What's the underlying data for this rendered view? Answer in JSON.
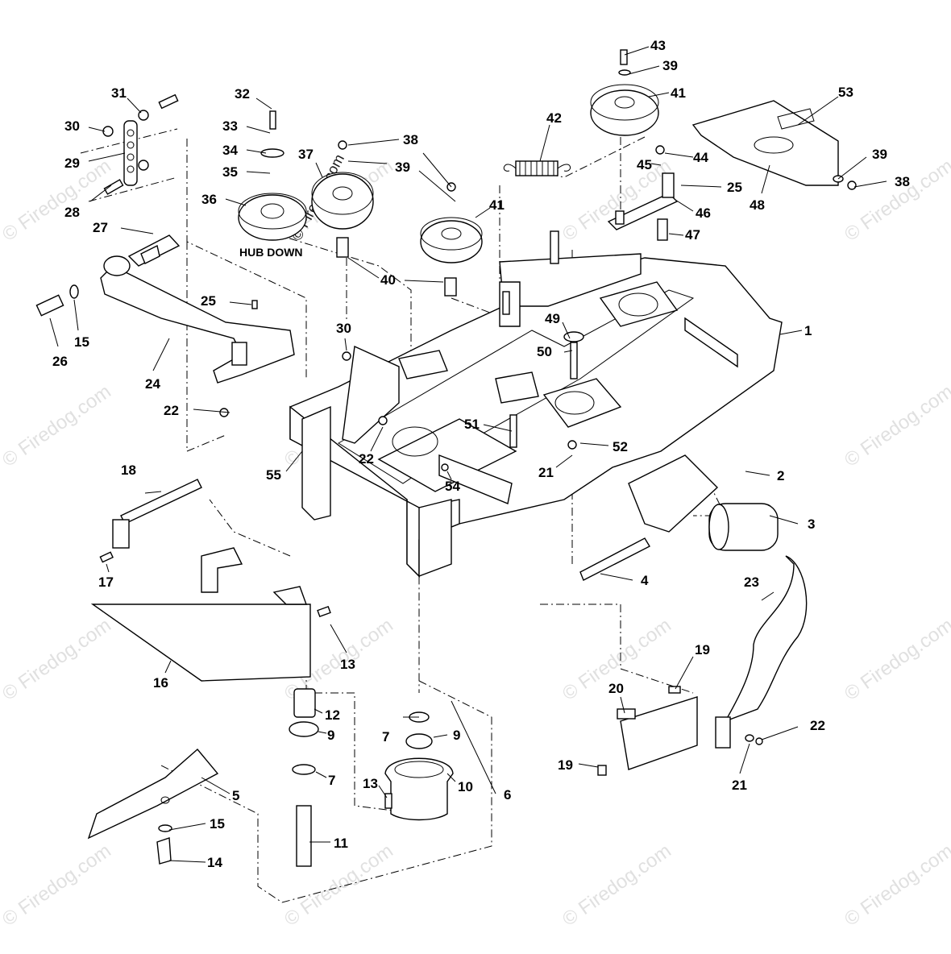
{
  "diagram": {
    "callout_labels": [
      "1",
      "2",
      "3",
      "4",
      "5",
      "6",
      "7",
      "9",
      "10",
      "11",
      "12",
      "13",
      "14",
      "15",
      "16",
      "17",
      "18",
      "19",
      "20",
      "21",
      "22",
      "23",
      "24",
      "25",
      "26",
      "27",
      "28",
      "29",
      "30",
      "31",
      "32",
      "33",
      "34",
      "35",
      "36",
      "37",
      "38",
      "39",
      "40",
      "41",
      "42",
      "43",
      "44",
      "45",
      "46",
      "47",
      "48",
      "49",
      "50",
      "51",
      "52",
      "53",
      "54",
      "55"
    ],
    "annotation": "HUB DOWN",
    "watermark": "© Firedog.com"
  }
}
